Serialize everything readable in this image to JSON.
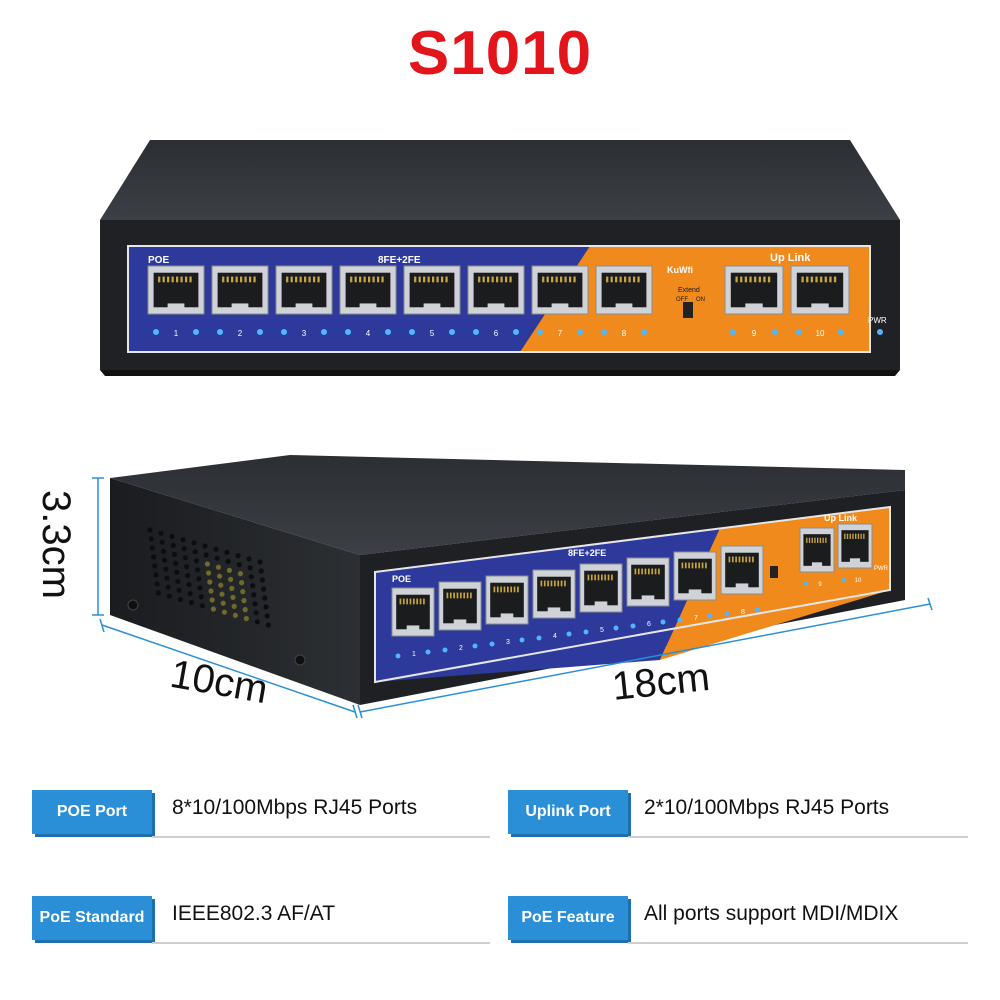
{
  "title": "S1010",
  "dimensions": {
    "height": "3.3cm",
    "depth": "10cm",
    "width": "18cm"
  },
  "device_labels": {
    "poe": "POE",
    "ports_label": "8FE+2FE",
    "uplink": "Up Link",
    "extend": "Extend",
    "off": "OFF",
    "on": "ON",
    "pwr": "PWR",
    "brand": "KuWfi",
    "port_numbers": [
      "1",
      "2",
      "3",
      "4",
      "5",
      "6",
      "7",
      "8",
      "9",
      "10"
    ]
  },
  "specs": [
    {
      "key": "POE Port",
      "value": "8*10/100Mbps RJ45 Ports"
    },
    {
      "key": "Uplink Port",
      "value": "2*10/100Mbps RJ45 Ports"
    },
    {
      "key": "PoE Standard",
      "value": "IEEE802.3 AF/AT"
    },
    {
      "key": "PoE Feature",
      "value": "All ports support MDI/MDIX"
    }
  ],
  "colors": {
    "title": "#e4141b",
    "panel_blue": "#2d3a9c",
    "panel_orange": "#f08a1c",
    "spec_key": "#2a8fd6"
  }
}
